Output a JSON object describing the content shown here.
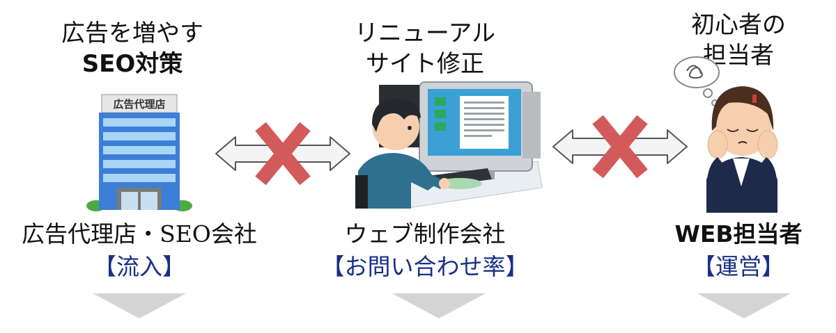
{
  "columns": [
    {
      "title_line1": "広告を増やす",
      "title_line2": "SEO対策",
      "building_sign": "広告代理店",
      "name": "広告代理店・SEO会社",
      "kpi": "【流入】"
    },
    {
      "title_line1": "リニューアル",
      "title_line2": "サイト修正",
      "name": "ウェブ制作会社",
      "kpi": "【お問い合わせ率】"
    },
    {
      "title_line1": "初心者の",
      "title_line2": "担当者",
      "name": "WEB担当者",
      "kpi": "【運営】"
    }
  ],
  "colors": {
    "kpi_text": "#1a2f86",
    "cross": "#d35a5a",
    "arrow_fill": "#f4f4f4",
    "arrow_stroke": "#555555",
    "down_arrow": "#d4d4d4"
  }
}
